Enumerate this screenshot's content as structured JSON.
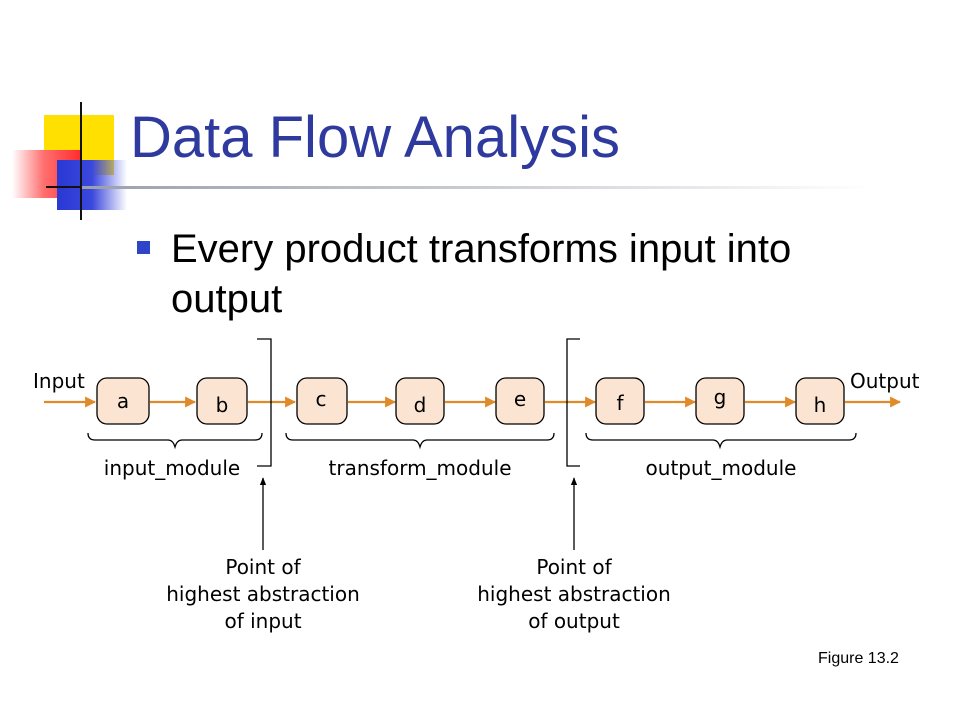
{
  "slide": {
    "title": "Data Flow Analysis",
    "bullet": "Every product transforms input into output",
    "caption": "Figure 13.2"
  },
  "diagram": {
    "input_label": "Input",
    "output_label": "Output",
    "modules": {
      "input": {
        "label": "input_module",
        "nodes": [
          "a",
          "b"
        ]
      },
      "transform": {
        "label": "transform_module",
        "nodes": [
          "c",
          "d",
          "e"
        ]
      },
      "output": {
        "label": "output_module",
        "nodes": [
          "f",
          "g",
          "h"
        ]
      }
    },
    "points": {
      "input": {
        "lines": [
          "Point of",
          "highest abstraction",
          "of input"
        ]
      },
      "output": {
        "lines": [
          "Point of",
          "highest abstraction",
          "of output"
        ]
      }
    },
    "colors": {
      "flow_arrow": "#e08a2a",
      "node_fill": "#fbe5d2",
      "title": "#2f3a9e",
      "bullet": "#2f45c9"
    }
  }
}
